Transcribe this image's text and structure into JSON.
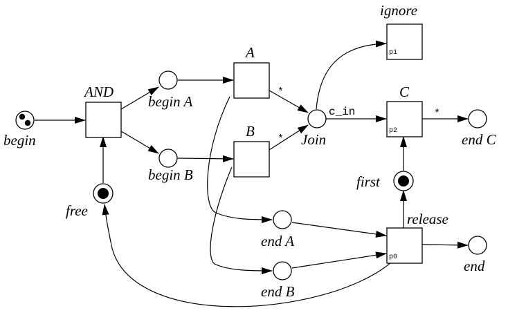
{
  "places": {
    "begin": {
      "label": "begin",
      "tokens": 2
    },
    "begin_a": {
      "label": "begin A"
    },
    "begin_b": {
      "label": "begin B"
    },
    "free": {
      "label": "free",
      "tokens": 1
    },
    "join": {
      "label": "Join"
    },
    "end_c": {
      "label": "end C"
    },
    "first": {
      "label": "first",
      "tokens": 1
    },
    "end_a": {
      "label": "end A"
    },
    "end_b": {
      "label": "end B"
    },
    "end": {
      "label": "end"
    }
  },
  "transitions": {
    "and": {
      "label": "AND"
    },
    "a": {
      "label": "A"
    },
    "b": {
      "label": "B"
    },
    "ignore": {
      "label": "ignore",
      "tag": "p1"
    },
    "c": {
      "label": "C",
      "tag": "p2"
    },
    "release": {
      "label": "release",
      "tag": "p0"
    }
  },
  "arc_labels": {
    "a_to_join": "*",
    "b_to_join": "*",
    "join_to_c": "c_in",
    "c_to_end_c": "*"
  }
}
